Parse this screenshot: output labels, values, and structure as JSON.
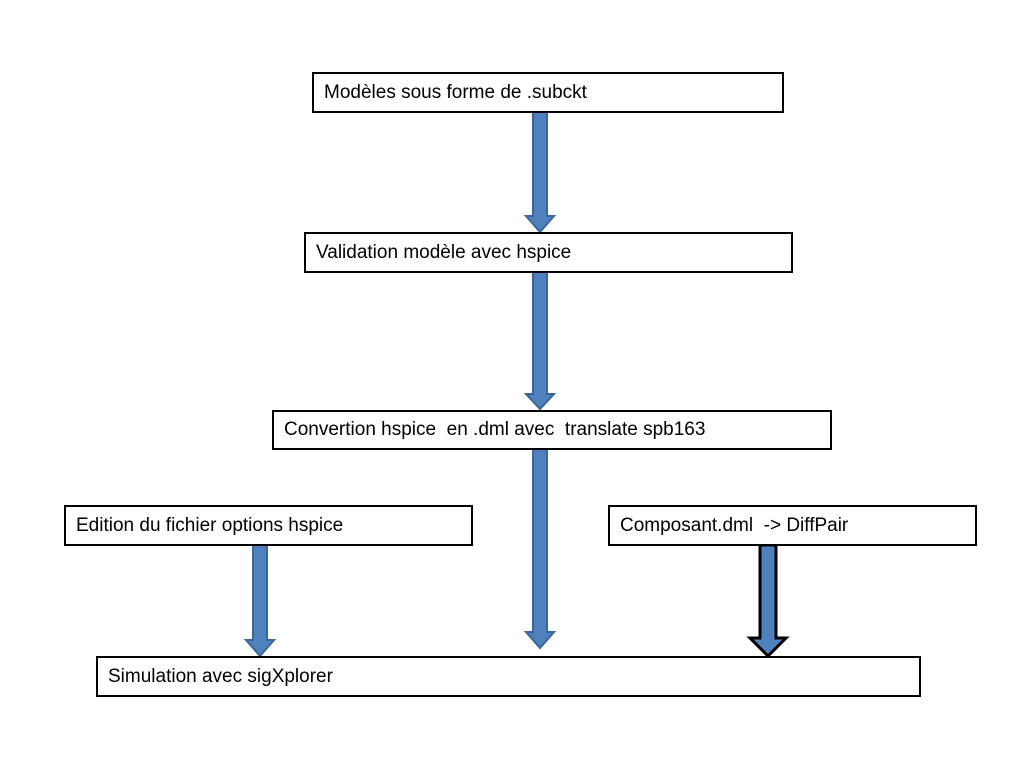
{
  "nodes": {
    "subckt": "Modèles sous forme de .subckt",
    "validation": "Validation modèle avec hspice",
    "conversion": "Convertion hspice  en .dml avec  translate spb163",
    "options": "Edition du fichier options hspice",
    "composant": "Composant.dml  -> DiffPair",
    "simulation": "Simulation avec sigXplorer"
  },
  "edges": [
    {
      "from": "subckt",
      "to": "validation"
    },
    {
      "from": "validation",
      "to": "conversion"
    },
    {
      "from": "conversion",
      "to": "simulation"
    },
    {
      "from": "options",
      "to": "simulation"
    },
    {
      "from": "composant",
      "to": "simulation"
    }
  ],
  "colors": {
    "arrow_fill": "#4f81bd",
    "arrow_stroke": "#3a6698",
    "border": "#000000"
  }
}
